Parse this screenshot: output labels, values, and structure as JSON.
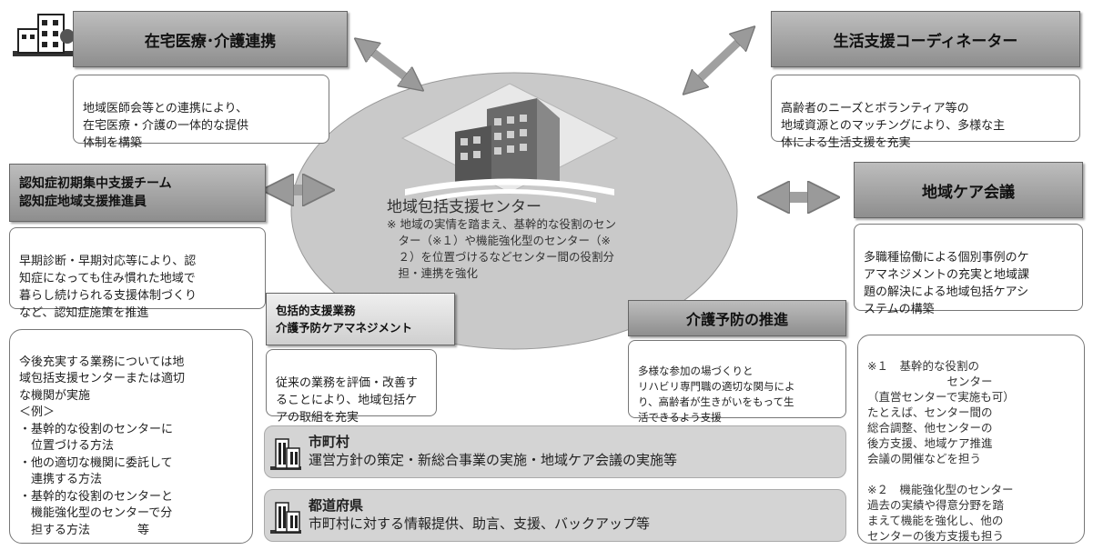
{
  "top_left": {
    "title": "在宅医療･介護連携",
    "text": "地域医師会等との連携により、\n在宅医療・介護の一体的な提供\n体制を構築"
  },
  "top_right": {
    "title": "生活支援コーディネーター",
    "text": "高齢者のニーズとボランティア等の\n地域資源とのマッチングにより、多様な主\n体による生活支援を充実"
  },
  "mid_left": {
    "title": "認知症初期集中支援チーム\n認知症地域支援推進員",
    "text": "早期診断・早期対応等により、認\n知症になっても住み慣れた地域で\n暮らし続けられる支援体制づくり\nなど、認知症施策を推進"
  },
  "mid_right": {
    "title": "地域ケア会議",
    "text": "多職種協働による個別事例のケ\nアマネジメントの充実と地域課\n題の解決による地域包括ケアシ\nステムの構築"
  },
  "center": {
    "title": "地域包括支援センター",
    "note": "※ 地域の実情を踏まえ、基幹的な役割のセン\n　ター（※１）や機能強化型のセンター（※\n　２）を位置づけるなどセンター間の役割分\n　担・連携を強化"
  },
  "comprehensive": {
    "title": "包括的支援業務\n介護予防ケアマネジメント",
    "text": "従来の業務を評価・改善す\nることにより、地域包括ケ\nアの取組を充実"
  },
  "prevention": {
    "title": "介護予防の推進",
    "text": "多様な参加の場づくりと\nリハビリ専門職の適切な関与によ\nり、高齢者が生きがいをもって生\n活できるよう支援"
  },
  "future_box": {
    "text": "今後充実する業務については地\n域包括支援センターまたは適切\nな機関が実施\n＜例＞\n・基幹的な役割のセンターに\n　位置づける方法\n・他の適切な機関に委託して\n　連携する方法\n・基幹的な役割のセンターと\n　機能強化型のセンターで分\n　担する方法　　　　等"
  },
  "notes_box": {
    "text": "※１　基幹的な役割の\n　　　　　　　センター\n（直営センターで実施も可）\nたとえば、センター間の\n総合調整、他センターの\n後方支援、地域ケア推進\n会議の開催などを担う\n\n※２　機能強化型のセンター\n過去の実績や得意分野を踏\nまえて機能を強化し、他の\nセンターの後方支援も担う"
  },
  "municipality": {
    "title": "市町村",
    "text": "運営方針の策定・新総合事業の実施・地域ケア会議の実施等"
  },
  "prefecture": {
    "title": "都道府県",
    "text": "市町村に対する情報提供、助言、支援、バックアップ等"
  },
  "icons": [
    "hospital-icon",
    "building-icon",
    "city-hall-icon",
    "prefecture-office-icon"
  ],
  "colors": {
    "header": "#9e9e9e",
    "ellipse": "#c9c9c9",
    "bar": "#d4d4d4"
  }
}
